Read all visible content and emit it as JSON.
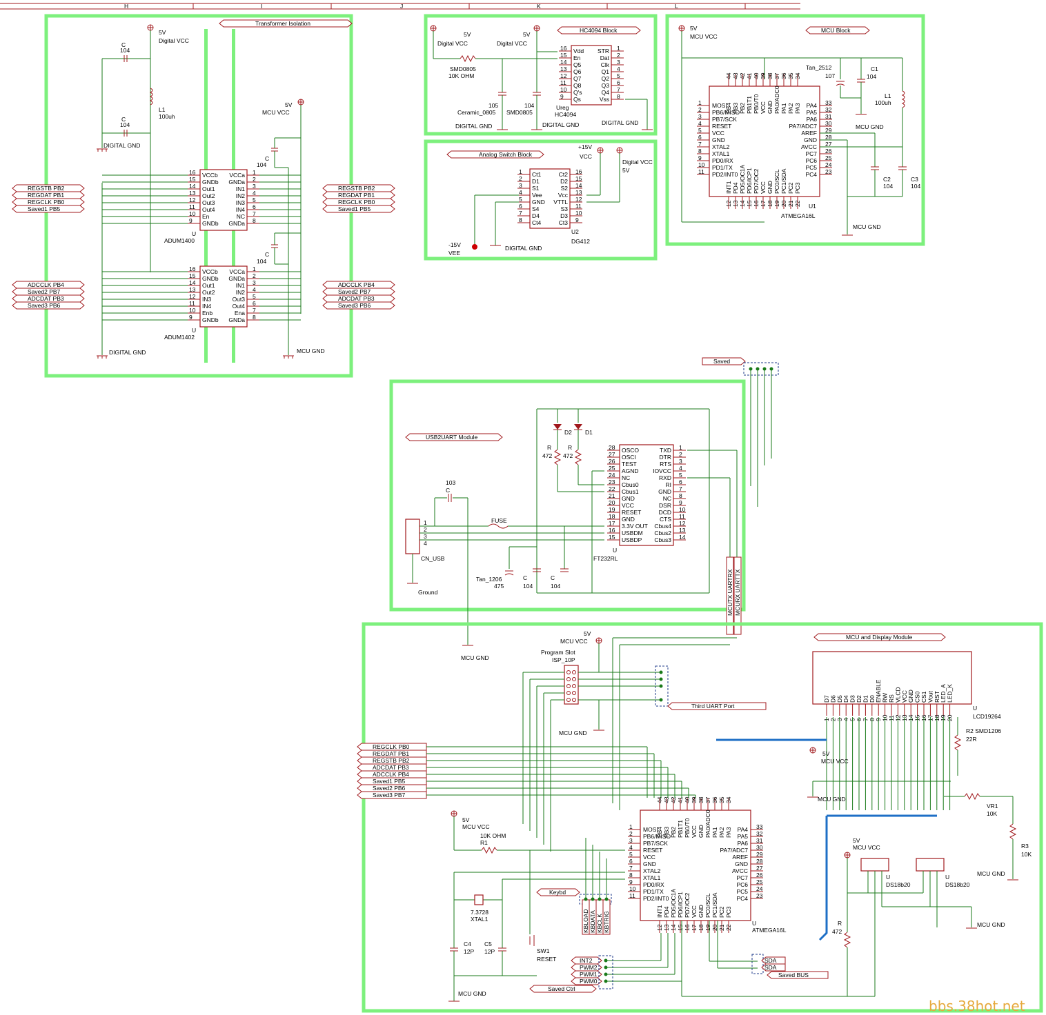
{
  "watermark": "bbs.38hot.net",
  "ruler": {
    "cols": [
      "H",
      "I",
      "J",
      "K",
      "L"
    ]
  },
  "blocks": {
    "transformer": {
      "title": "Transformer Isolation",
      "supply_5v": "5V",
      "digital_vcc": "Digital VCC",
      "mcu_vcc": "MCU VCC",
      "dgnd": "DIGITAL GND",
      "mcu_gnd": "MCU GND",
      "cap1": {
        "ref": "C",
        "val": "104"
      },
      "cap2": {
        "ref": "C",
        "val": "104"
      },
      "cap3": {
        "ref": "C",
        "val": "104"
      },
      "cap4": {
        "ref": "C",
        "val": "104"
      },
      "inductor": {
        "ref": "L1",
        "val": "100uh"
      },
      "u1": {
        "ref": "U",
        "name": "ADUM1400",
        "left": [
          "VCCb",
          "GNDb",
          "Out1",
          "Out2",
          "Out3",
          "Out4",
          "En",
          "GNDb"
        ],
        "right": [
          "VCCa",
          "GNDa",
          "IN1",
          "IN2",
          "IN3",
          "IN4",
          "NC",
          "GNDa"
        ],
        "lnums": [
          "16",
          "15",
          "14",
          "13",
          "12",
          "11",
          "10",
          "9"
        ],
        "rnums": [
          "1",
          "2",
          "3",
          "4",
          "5",
          "6",
          "7",
          "8"
        ]
      },
      "u2": {
        "ref": "U",
        "name": "ADUM1402",
        "left": [
          "VCCb",
          "GNDb",
          "Out1",
          "Out2",
          "IN3",
          "IN4",
          "Enb",
          "GNDb"
        ],
        "right": [
          "VCCa",
          "GNDa",
          "IN1",
          "IN2",
          "Out3",
          "Out4",
          "Ena",
          "GNDa"
        ],
        "lnums": [
          "16",
          "15",
          "14",
          "13",
          "12",
          "11",
          "10",
          "9"
        ],
        "rnums": [
          "1",
          "2",
          "3",
          "4",
          "5",
          "6",
          "7",
          "8"
        ]
      },
      "tags_left1": [
        "REGSTB PB2",
        "REGDAT PB1",
        "REGCLK PB0",
        "Saved1 PB5"
      ],
      "tags_right1": [
        "REGSTB PB2",
        "REGDAT PB1",
        "REGCLK PB0",
        "Saved1 PB5"
      ],
      "tags_left2": [
        "ADCCLK PB4",
        "Saved2 PB7",
        "ADCDAT PB3",
        "Saved3 PB6"
      ],
      "tags_right2": [
        "ADCCLK PB4",
        "Saved2 PB7",
        "ADCDAT PB3",
        "Saved3 PB6"
      ]
    },
    "hc4094": {
      "title": "HC4094 Block",
      "v1": "5V",
      "v1n": "Digital VCC",
      "v2": "5V",
      "v2n": "Digital VCC",
      "r": "SMD0805",
      "rv": "10K OHM",
      "c1": "105",
      "c1n": "Ceramic_0805",
      "c2": "104",
      "c2n": "SMD0805",
      "gnd1": "DIGITAL GND",
      "gnd2": "DIGITAL GND",
      "gnd3": "DIGITAL GND",
      "ic": {
        "ref": "Ureg",
        "name": "HC4094",
        "left": [
          "Vdd",
          "En",
          "Q5",
          "Q6",
          "Q7",
          "Q8",
          "Q's",
          "Qs"
        ],
        "right": [
          "STR",
          "Dat",
          "Clk",
          "Q1",
          "Q2",
          "Q3",
          "Q4",
          "Vss"
        ],
        "lnums": [
          "16",
          "15",
          "14",
          "13",
          "12",
          "11",
          "10",
          "9"
        ],
        "rnums": [
          "1",
          "2",
          "3",
          "4",
          "5",
          "6",
          "7",
          "8"
        ]
      }
    },
    "analog": {
      "title": "Analog Switch Block",
      "vcc": "+15V",
      "vcc_n": "VCC",
      "dvcc": "Digital VCC",
      "dvcc_v": "5V",
      "vee": "-15V",
      "vee_n": "VEE",
      "gnd": "DIGITAL GND",
      "ic": {
        "ref": "U2",
        "name": "DG412",
        "left": [
          "Ct1",
          "D1",
          "S1",
          "Vee",
          "GND",
          "S4",
          "D4",
          "Ct4"
        ],
        "right": [
          "Ct2",
          "D2",
          "S2",
          "Vcc",
          "VTTL",
          "S3",
          "D3",
          "Ct3"
        ],
        "lnums": [
          "1",
          "2",
          "3",
          "4",
          "5",
          "6",
          "7",
          "8"
        ],
        "rnums": [
          "16",
          "15",
          "14",
          "13",
          "12",
          "11",
          "10",
          "9"
        ]
      }
    },
    "mcu": {
      "title": "MCU Block",
      "v": "5V",
      "vn": "MCU VCC",
      "tan": "Tan_2512",
      "tanv": "107",
      "c1": "C1",
      "c1v": "104",
      "l1": "L1",
      "l1v": "100uh",
      "c2": "C2",
      "c2v": "104",
      "c3": "C3",
      "c3v": "104",
      "gnd1": "MCU GND",
      "gnd2": "MCU GND",
      "ic": {
        "ref": "U1",
        "name": "ATMEGA16L",
        "left": [
          "MOSI",
          "PB6/MISO",
          "PB7/SCK",
          "RESET",
          "VCC",
          "GND",
          "XTAL2",
          "XTAL1",
          "PD0/RX",
          "PD1/TX",
          "PD2/INT0"
        ],
        "lnums": [
          "1",
          "2",
          "3",
          "4",
          "5",
          "6",
          "7",
          "8",
          "9",
          "10",
          "11"
        ],
        "right": [
          "PA4",
          "PA5",
          "PA6",
          "PA7/ADC7",
          "AREF",
          "GND",
          "AVCC",
          "PC7",
          "PC6",
          "PC5",
          "PC4"
        ],
        "rnums": [
          "33",
          "32",
          "31",
          "30",
          "29",
          "28",
          "27",
          "26",
          "25",
          "24",
          "23"
        ],
        "top": [
          "PB4",
          "PB3",
          "PB2",
          "PB1T1",
          "PB0/T0",
          "VCC",
          "GND",
          "PA0/ADC0",
          "PA1",
          "PA2",
          "PA3"
        ],
        "tnums": [
          "44",
          "43",
          "42",
          "41",
          "40",
          "39",
          "38",
          "37",
          "36",
          "35",
          "34"
        ],
        "bottom": [
          "INT1",
          "PD4",
          "PD5/OC1A",
          "PD6/ICP1",
          "PD7/OC2",
          "VCC",
          "GND",
          "PC0/SCL",
          "PC1/SDA",
          "PC2",
          "PC3"
        ],
        "bnums": [
          "12",
          "13",
          "14",
          "15",
          "16",
          "17",
          "18",
          "19",
          "20",
          "21",
          "22"
        ]
      }
    },
    "usb": {
      "title": "USB2UART Module",
      "saved": "Saved",
      "c": "C",
      "cv": "103",
      "fuse": "FUSE",
      "conn": "CN_USB",
      "ground": "Ground",
      "tan": "Tan_1206",
      "tanv": "475",
      "c2": "C",
      "c2v": "104",
      "c3": "C",
      "c3v": "104",
      "d2": "D2",
      "d1": "D1",
      "r1": "R",
      "r1v": "472",
      "r2": "R",
      "r2v": "472",
      "mcu_gnd": "MCU GND",
      "uart_tx": "MCUTX UARTRX",
      "uart_rx": "MCURX UARTTX",
      "ic": {
        "ref": "U",
        "name": "FT232RL",
        "left": [
          "OSCO",
          "OSCI",
          "TEST",
          "AGND",
          "NC",
          "Cbus0",
          "Cbus1",
          "GND",
          "VCC",
          "RESET",
          "GND",
          "3.3V OUT",
          "USBDM",
          "USBDP"
        ],
        "lnums": [
          "28",
          "27",
          "26",
          "25",
          "24",
          "23",
          "22",
          "21",
          "20",
          "19",
          "18",
          "17",
          "16",
          "15"
        ],
        "right": [
          "TXD",
          "DTR",
          "RTS",
          "IOVCC",
          "RXD",
          "RI",
          "GND",
          "NC",
          "DSR",
          "DCD",
          "CTS",
          "Cbus4",
          "Cbus2",
          "Cbus3"
        ],
        "rnums": [
          "1",
          "2",
          "3",
          "4",
          "5",
          "6",
          "7",
          "8",
          "9",
          "10",
          "11",
          "12",
          "13",
          "14"
        ]
      }
    },
    "display": {
      "title": "MCU and Display Module",
      "v": "5V",
      "vn": "MCU VCC",
      "slot": "Program Slot",
      "slotn": "ISP_10P",
      "mcu_gnd": "MCU GND",
      "third_uart": "Third UART Port",
      "lcd": {
        "ref": "U",
        "name": "LCD19264",
        "pins": [
          "D7",
          "D6",
          "D5",
          "D4",
          "D3",
          "D2",
          "D1",
          "D0",
          "ENABLE",
          "RW",
          "RS",
          "VLCD",
          "VCC",
          "GND",
          "CS0",
          "CS1",
          "Vout",
          "RST",
          "LED_A",
          "LED_K"
        ],
        "nums": [
          "1",
          "2",
          "3",
          "4",
          "5",
          "6",
          "7",
          "8",
          "9",
          "10",
          "11",
          "12",
          "13",
          "14",
          "15",
          "16",
          "17",
          "18",
          "19",
          "20"
        ]
      },
      "r2": "R2 SMD1206",
      "r2v": "22R",
      "vr1": "VR1",
      "vr1v": "10K",
      "r3": "R3",
      "r3v": "10K",
      "v5b": "5V",
      "v5bn": "MCU VCC",
      "gnd_a": "MCU GND",
      "gnd_b": "MCU GND",
      "gnd_c": "MCU GND",
      "gnd_d": "MCU GND",
      "tags": [
        "REGCLK PB0",
        "REGDAT PB1",
        "REGSTB PB2",
        "ADCDAT PB3",
        "ADCCLK PB4",
        "Saved1 PB5",
        "Saved2 PB6",
        "Saved3 PB7"
      ],
      "v5c": "5V",
      "v5cn": "MCU VCC",
      "r1": "R1",
      "r1v": "10K OHM",
      "xtal": "7.3728",
      "xtaln": "XTAL1",
      "c4": "C4",
      "c4v": "12P",
      "c5": "C5",
      "c5v": "12P",
      "sw": "SW1",
      "swn": "RESET",
      "keybd": "Keybd",
      "kb": [
        "KBLOAD",
        "KBDATA",
        "KBCLK",
        "KBTRIG"
      ],
      "ctrl": [
        "INT2",
        "PWM2",
        "PWM1",
        "PWM0"
      ],
      "saved_ctrl": "Saved Ctrl",
      "sda": [
        "SDA",
        "SDA"
      ],
      "saved_bus": "Saved BUS",
      "v5d": "5V",
      "v5dn": "MCU VCC",
      "r472": "R",
      "r472v": "472",
      "ds1": {
        "ref": "U",
        "name": "DS18b20"
      },
      "ds2": {
        "ref": "U",
        "name": "DS18b20"
      },
      "ic": {
        "ref": "U",
        "name": "ATMEGA16L"
      }
    }
  }
}
